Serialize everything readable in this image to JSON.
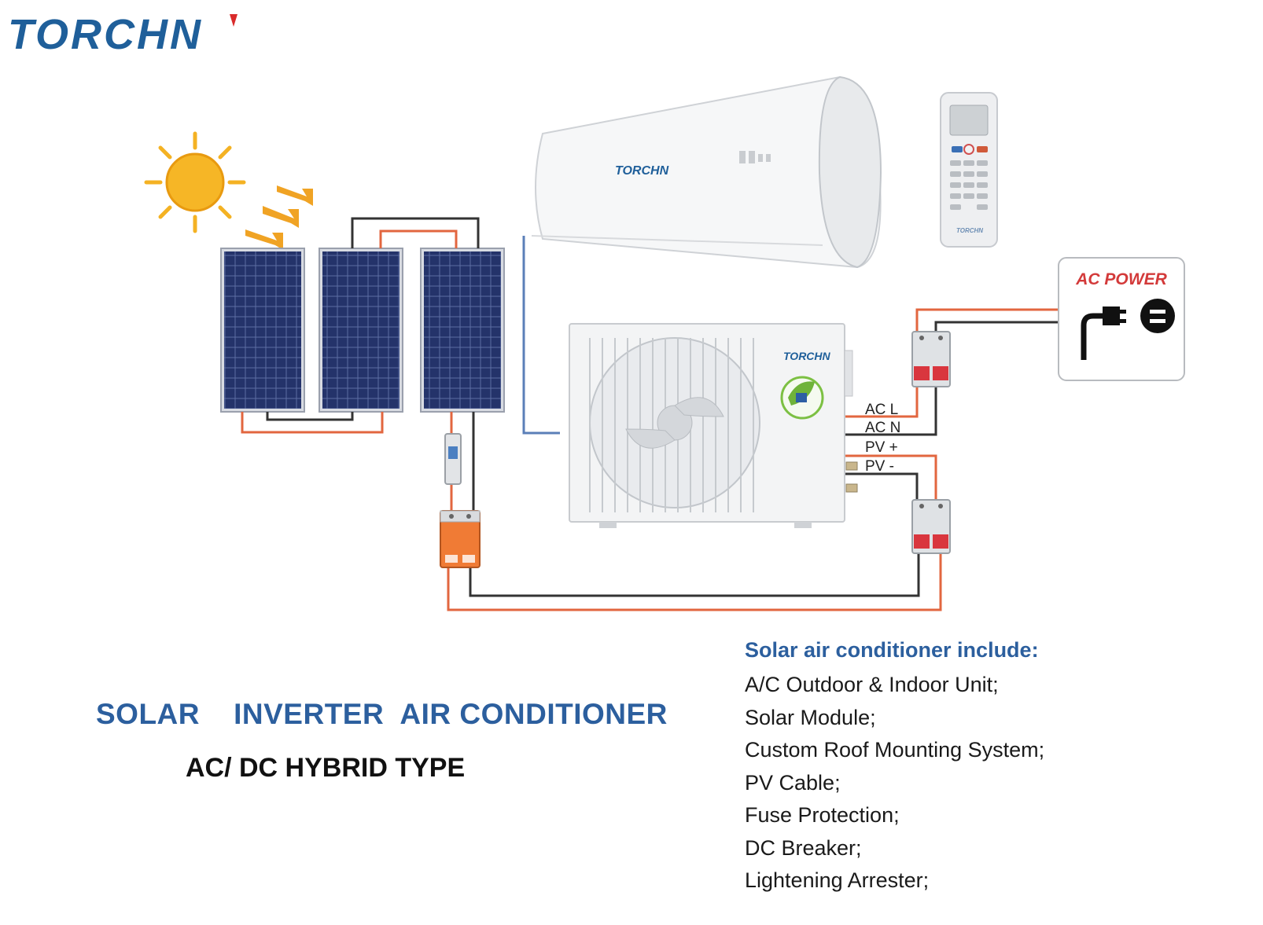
{
  "brand": {
    "name": "TORCHN",
    "primary_color": "#1f5f9a",
    "accent_color": "#d92b2b"
  },
  "diagram": {
    "indoor_unit_brand": "TORCHN",
    "outdoor_unit_brand": "TORCHN",
    "remote_brand": "TORCHN",
    "ac_power_label": "AC POWER",
    "wire_labels": [
      "AC L",
      "AC N",
      "PV +",
      "PV -"
    ],
    "wire_colors": {
      "positive": "#e2663f",
      "negative": "#333333",
      "indoor_link": "#5b7fb8"
    }
  },
  "titles": {
    "main": "SOLAR    INVERTER  AIR CONDITIONER",
    "sub": "AC/ DC HYBRID TYPE"
  },
  "include": {
    "heading": "Solar air conditioner include:",
    "items": [
      "A/C Outdoor & Indoor Unit;",
      "Solar Module;",
      "Custom Roof Mounting System;",
      "PV Cable;",
      "Fuse Protection;",
      "DC Breaker;",
      "Lightening Arrester;"
    ]
  }
}
